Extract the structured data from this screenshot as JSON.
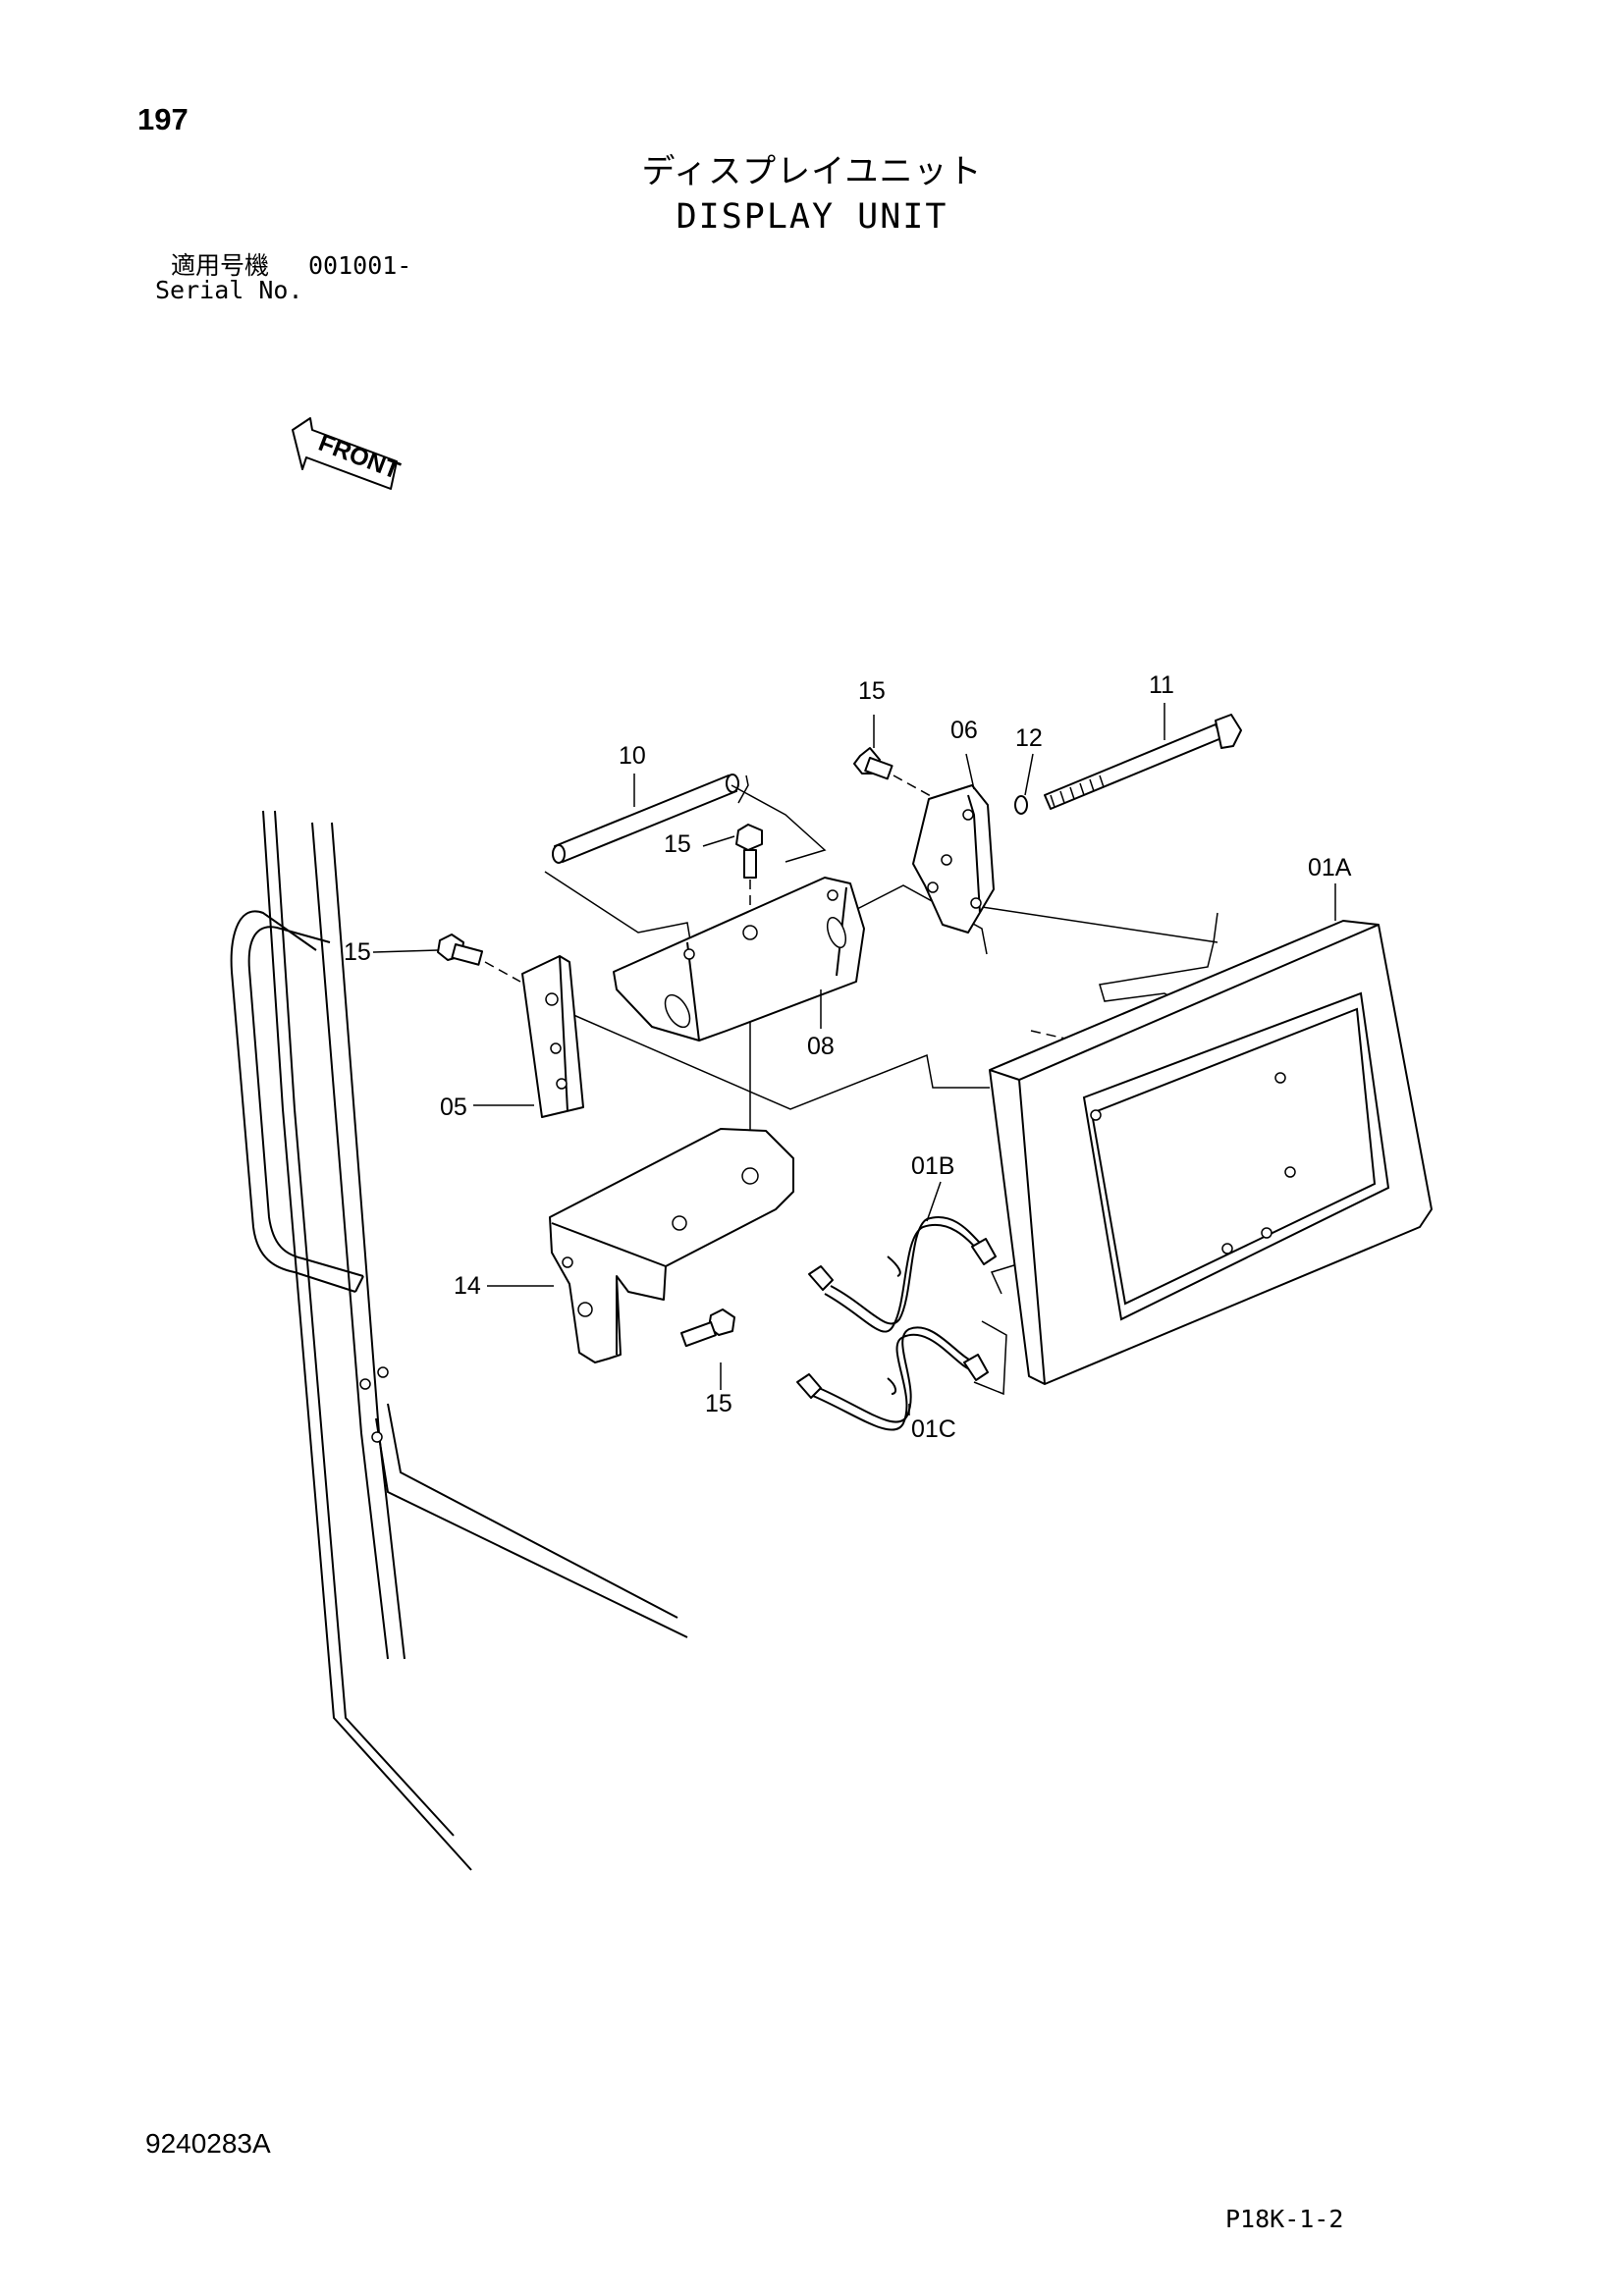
{
  "page": {
    "number": "197",
    "title_jp": "ディスプレイユニット",
    "title_en": "DISPLAY UNIT",
    "serial_label_jp": "適用号機",
    "serial_value": "001001-",
    "serial_label_en": "Serial No.",
    "drawing_number": "9240283A",
    "page_code": "P18K-1-2"
  },
  "diagram": {
    "direction_arrow": "FRONT",
    "callouts": {
      "p15_top": "15",
      "p06": "06",
      "p12": "12",
      "p11": "11",
      "p10": "10",
      "p15_mid": "15",
      "p01a": "01A",
      "p15_left": "15",
      "p08": "08",
      "p05": "05",
      "p01b": "01B",
      "p14": "14",
      "p15_bottom": "15",
      "p01c": "01C"
    }
  }
}
